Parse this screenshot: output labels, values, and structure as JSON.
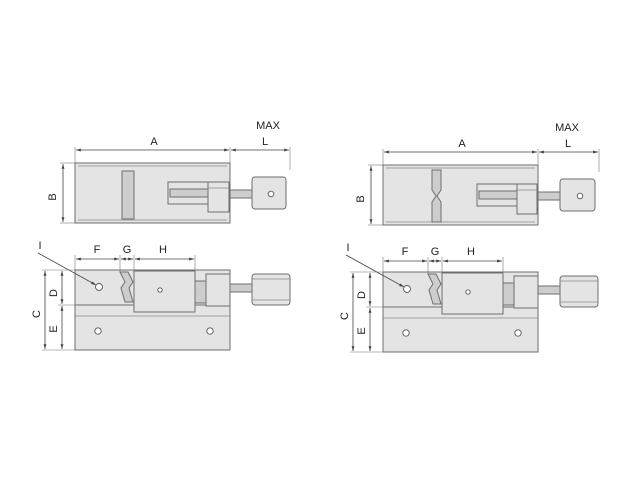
{
  "labels": {
    "A": "A",
    "B": "B",
    "C": "C",
    "D": "D",
    "E": "E",
    "F": "F",
    "G": "G",
    "H": "H",
    "I": "I",
    "L": "L",
    "MAX": "MAX"
  },
  "colors": {
    "body": "#e4e4e4",
    "body_dark": "#cdcdcd",
    "outline": "#6e6e6e",
    "dimension": "#444444"
  }
}
